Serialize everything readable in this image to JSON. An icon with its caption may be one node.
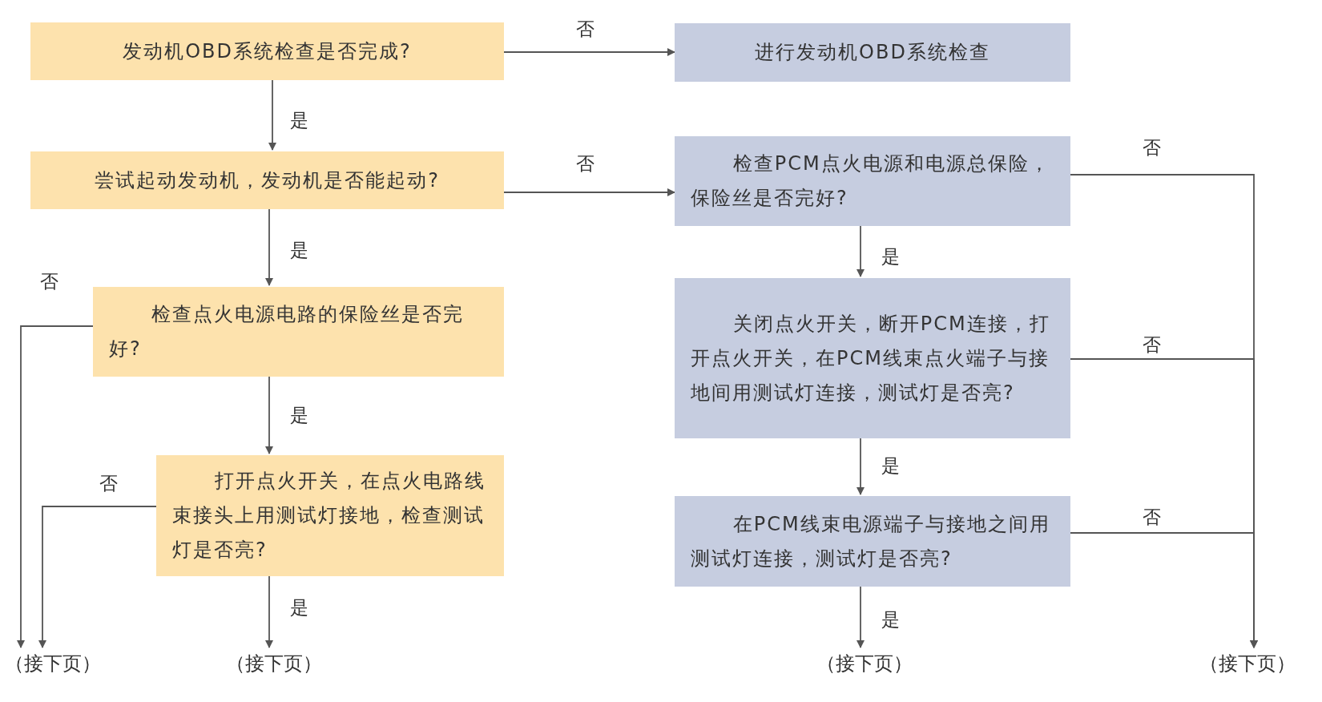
{
  "diagram": {
    "nodes": [
      {
        "text": [
          "发动机OBD系统检查是否完成?"
        ]
      },
      {
        "text": [
          "进行发动机OBD系统检查"
        ]
      },
      {
        "text": [
          "尝试起动发动机，发动机是否能起动?"
        ]
      },
      {
        "text": [
          "检查PCM点火电源和电源总保险，保险丝是否完好?"
        ]
      },
      {
        "text": [
          "检查点火电源电路的保险丝是否完好?"
        ]
      },
      {
        "text": [
          "关闭点火开关，断开PCM连接，打开点火开关，在PCM线束点火端子与接地间用测试灯连接，测试灯是否亮?"
        ]
      },
      {
        "text": [
          "打开点火开关，在点火电路线束接头上用测试灯接地，检查测试灯是否亮?"
        ]
      },
      {
        "text": [
          "在PCM线束电源端子与接地之间用测试灯连接，测试灯是否亮?"
        ]
      },
      {
        "text": [
          "（接下页）"
        ]
      },
      {
        "text": [
          "（接下页）"
        ]
      },
      {
        "text": [
          "（接下页）"
        ]
      },
      {
        "text": [
          "（接下页）"
        ]
      }
    ],
    "edges": [
      {
        "from": 0,
        "to": 1,
        "arrow": "to",
        "label": "否"
      },
      {
        "from": 0,
        "to": 2,
        "arrow": "to",
        "label": "是"
      },
      {
        "from": 2,
        "to": 3,
        "arrow": "to",
        "label": "否"
      },
      {
        "from": 2,
        "to": 4,
        "arrow": "to",
        "label": "是"
      },
      {
        "from": 4,
        "to": 8,
        "arrow": "to",
        "label": "否"
      },
      {
        "from": 6,
        "to": 8,
        "arrow": "to",
        "label": "否"
      },
      {
        "from": 4,
        "to": 6,
        "arrow": "to",
        "label": "是"
      },
      {
        "from": 6,
        "to": 9,
        "arrow": "to",
        "label": "是"
      },
      {
        "from": 3,
        "to": 5,
        "arrow": "to",
        "label": "是"
      },
      {
        "from": 5,
        "to": 7,
        "arrow": "to",
        "label": "是"
      },
      {
        "from": 7,
        "to": 10,
        "arrow": "to",
        "label": "是"
      },
      {
        "from": 3,
        "to": 11,
        "arrow": "to",
        "label": "否"
      },
      {
        "from": 5,
        "to": 11,
        "arrow": "to",
        "label": "否"
      },
      {
        "from": 7,
        "to": 11,
        "arrow": "to",
        "label": "否"
      }
    ]
  }
}
